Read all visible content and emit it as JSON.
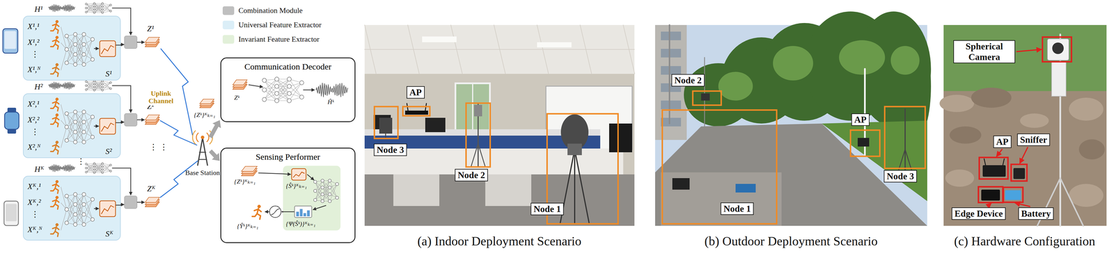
{
  "diagram": {
    "nodes": [
      {
        "text": [
          "X¹,¹",
          "X¹,²",
          "⋮",
          "X¹,ᴺ",
          "S¹"
        ]
      },
      {
        "text": [
          "X²,¹",
          "X²,²",
          "⋮",
          "X²,ᴺ",
          "S²"
        ]
      },
      {
        "text": [
          "Xᴷ,¹",
          "Xᴷ,²",
          "⋮",
          "Xᴷ,ᴺ",
          "Sᴷ"
        ]
      },
      {
        "text": [
          "Communication Decoder",
          "Zᵏ",
          "Ĥᵏ"
        ]
      },
      {
        "text": [
          "Sensing Performer",
          "{Zᵏ}ᴷₖ₌₁",
          "{Ŷᵏ}ᴷₖ₌₁"
        ]
      },
      {
        "text": [
          "{Ŝᵏ}ᴷₖ₌₁",
          "{Ψ(Ŝᵏ)}ᴷₖ₌₁"
        ],
        "in": 4
      },
      {
        "text": [
          "AP"
        ]
      },
      {
        "text": [
          "Node 3"
        ]
      },
      {
        "text": [
          "Node 2"
        ]
      },
      {
        "text": [
          "Node 1"
        ]
      },
      {
        "text": [
          "Node 2"
        ]
      },
      {
        "text": [
          "AP"
        ]
      },
      {
        "text": [
          "Node 1"
        ]
      },
      {
        "text": [
          "Node 3"
        ]
      },
      {
        "text": [
          "Spherical Camera"
        ]
      },
      {
        "text": [
          "AP"
        ]
      },
      {
        "text": [
          "Sniffer"
        ]
      },
      {
        "text": [
          "Edge Device"
        ]
      },
      {
        "text": [
          "Battery"
        ]
      }
    ],
    "labels": [
      "H¹",
      "Z¹",
      "H²",
      "Z²",
      "Hᴷ",
      "Zᴷ",
      "⋮",
      "⋮",
      "⋮",
      "{Zᵏ}ᴷₖ₌₁",
      "Uplink Channel",
      "Base Station",
      "(a) Indoor Deployment Scenario",
      "(b) Outdoor Deployment Scenario",
      "(c) Hardware Configuration"
    ],
    "legend": [
      {
        "text": "Combination Module",
        "color": "#bfbfbf"
      },
      {
        "text": "Universal Feature Extractor",
        "color": "#dbeef7"
      },
      {
        "text": "Invariant Feature Extractor",
        "color": "#e2f0d9"
      }
    ]
  }
}
